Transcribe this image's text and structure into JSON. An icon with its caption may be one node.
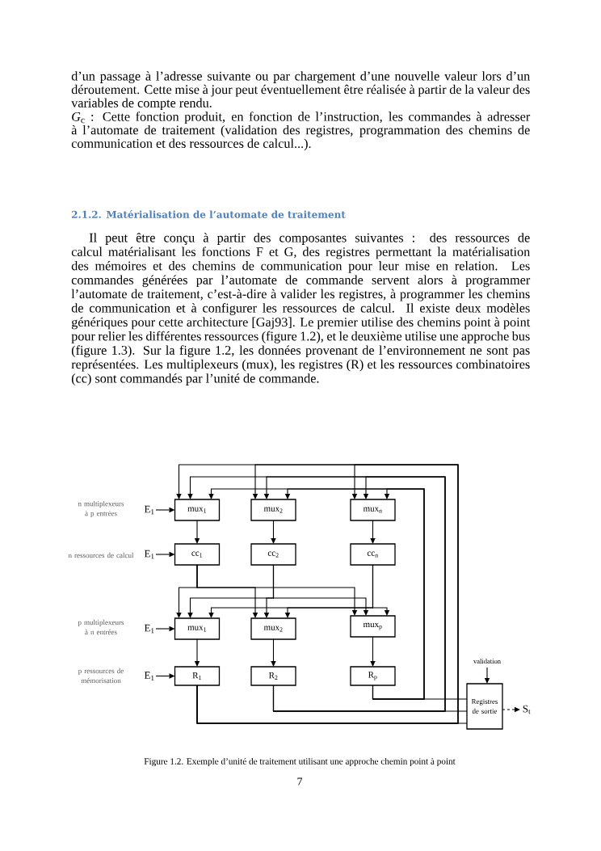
{
  "diagram": {
    "caption": "Figure 1.2. Exemple d’unité de traitement utilisant une approche chemin point à point",
    "nodes": [
      {
        "text": [
          "E$_{1}$"
        ]
      },
      {
        "text": [
          "mux$_{1}$"
        ]
      },
      {
        "text": [
          "mux$_{2}$"
        ]
      },
      {
        "text": [
          "mux$_{n}$"
        ]
      },
      {
        "text": [
          "E$_{1}$"
        ]
      },
      {
        "text": [
          "cc$_{1}$"
        ]
      },
      {
        "text": [
          "cc$_{2}$"
        ]
      },
      {
        "text": [
          "cc$_{n}$"
        ]
      },
      {
        "text": [
          "E$_{1}$"
        ]
      },
      {
        "text": [
          "mux$_{1}$"
        ]
      },
      {
        "text": [
          "mux$_{2}$"
        ]
      },
      {
        "text": [
          "mux$_{p}$"
        ]
      },
      {
        "text": [
          "validation"
        ]
      },
      {
        "text": [
          "E$_{1}$"
        ]
      },
      {
        "text": [
          "R$_{1}$"
        ]
      },
      {
        "text": [
          "R$_{2}$"
        ]
      },
      {
        "text": [
          "R$_{p}$"
        ]
      },
      {
        "text": [
          "Registres de sortie"
        ]
      },
      {
        "text": [
          "S$_{t}$"
        ]
      }
    ],
    "edges": [
      {
        "from": 0,
        "to": 1,
        "arrow": "to"
      },
      {
        "from": 4,
        "to": 5,
        "arrow": "to"
      },
      {
        "from": 8,
        "to": 9,
        "arrow": "to"
      },
      {
        "from": 13,
        "to": 14,
        "arrow": "to"
      },
      {
        "from": 1,
        "to": 5,
        "arrow": "to"
      },
      {
        "from": 2,
        "to": 6,
        "arrow": "to"
      },
      {
        "from": 3,
        "to": 7,
        "arrow": "to"
      },
      {
        "from": 5,
        "to": 9,
        "arrow": "to"
      },
      {
        "from": 5,
        "to": 10,
        "arrow": "to"
      },
      {
        "from": 5,
        "to": 11,
        "arrow": "to"
      },
      {
        "from": 6,
        "to": 9,
        "arrow": "to"
      },
      {
        "from": 6,
        "to": 10,
        "arrow": "to"
      },
      {
        "from": 6,
        "to": 11,
        "arrow": "to"
      },
      {
        "from": 7,
        "to": 9,
        "arrow": "to"
      },
      {
        "from": 7,
        "to": 10,
        "arrow": "to"
      },
      {
        "from": 7,
        "to": 11,
        "arrow": "to"
      },
      {
        "from": 9,
        "to": 14,
        "arrow": "to"
      },
      {
        "from": 10,
        "to": 15,
        "arrow": "to"
      },
      {
        "from": 11,
        "to": 16,
        "arrow": "to"
      },
      {
        "from": 14,
        "to": 1,
        "arrow": "to"
      },
      {
        "from": 14,
        "to": 2,
        "arrow": "to"
      },
      {
        "from": 14,
        "to": 3,
        "arrow": "to"
      },
      {
        "from": 14,
        "to": 17,
        "arrow": "none"
      },
      {
        "from": 15,
        "to": 1,
        "arrow": "to"
      },
      {
        "from": 15,
        "to": 2,
        "arrow": "to"
      },
      {
        "from": 15,
        "to": 3,
        "arrow": "to"
      },
      {
        "from": 15,
        "to": 17,
        "arrow": "none"
      },
      {
        "from": 16,
        "to": 1,
        "arrow": "to"
      },
      {
        "from": 16,
        "to": 2,
        "arrow": "to"
      },
      {
        "from": 16,
        "to": 3,
        "arrow": "to"
      },
      {
        "from": 16,
        "to": 17,
        "arrow": "none"
      },
      {
        "from": 12,
        "to": 17,
        "arrow": "to"
      },
      {
        "from": 17,
        "to": 18,
        "arrow": "to",
        "style": "dashed"
      }
    ],
    "labels": [
      "d’un passage à l’adresse suivante ou par chargement d’une nouvelle valeur lors d’un déroutement. Cette mise à jour peut éventuellement être réalisée à partir de la valeur des variables de compte rendu.",
      "*G*$_{c}$ : Cette fonction produit, en fonction de l’instruction, les commandes à adresser à l’automate de traitement (validation des registres, programmation des chemins de communication et des ressources de calcul...).",
      "2.1.2. Matérialisation de l’automate de traitement",
      "Il peut être conçu à partir des composantes suivantes : des ressources de calcul matérialisant les fonctions F et G, des registres permettant la matérialisation des mémoires et des chemins de communication pour leur mise en relation. Les commandes générées par l’automate de commande servent alors à programmer l’automate de traitement, c’est-à-dire à valider les registres, à programmer les chemins de communication et à configurer les ressources de calcul. Il existe deux modèles génériques pour cette architecture [Gaj93]. Le premier utilise des chemins point à point pour relier les différentes ressources (figure 1.2), et le deuxième utilise une approche bus (figure 1.3). Sur la figure 1.2, les données provenant de l’environnement ne sont pas représentées. Les multiplexeurs (mux), les registres (R) et les ressources combinatoires (cc) sont commandés par l’unité de commande.",
      "n multiplexeurs à p entrées",
      "n ressources de calcul",
      "p multiplexeurs à n entrées",
      "p ressources de mémorisation",
      "7"
    ]
  }
}
